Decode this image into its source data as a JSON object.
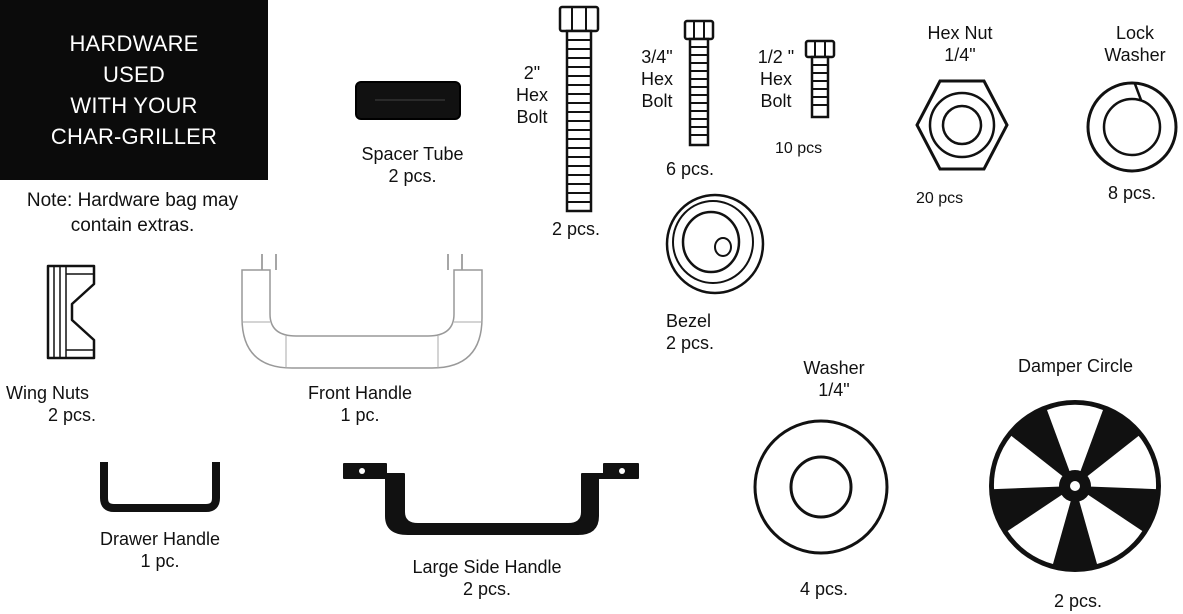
{
  "title_lines": [
    "HARDWARE",
    "USED",
    "WITH YOUR",
    "CHAR-GRILLER"
  ],
  "note": "Note: Hardware bag may contain extras.",
  "parts": {
    "spacer_tube": {
      "name": "Spacer Tube",
      "qty": "2 pcs."
    },
    "hex_bolt_2": {
      "name_lines": [
        "2\"",
        "Hex",
        "Bolt"
      ],
      "qty": "2 pcs."
    },
    "hex_bolt_34": {
      "name_lines": [
        "3/4\"",
        "Hex",
        "Bolt"
      ],
      "qty": "6 pcs."
    },
    "hex_bolt_12": {
      "name_lines": [
        "1/2 \"",
        "Hex",
        "Bolt"
      ],
      "qty": "10 pcs"
    },
    "hex_nut": {
      "name_lines": [
        "Hex Nut",
        "1/4\""
      ],
      "qty": "20 pcs"
    },
    "lock_washer": {
      "name_lines": [
        "Lock",
        "Washer"
      ],
      "qty": "8 pcs."
    },
    "bezel": {
      "name": "Bezel",
      "qty": "2 pcs."
    },
    "wing_nuts": {
      "name": "Wing Nuts",
      "qty": "2 pcs."
    },
    "front_handle": {
      "name": "Front Handle",
      "qty": "1 pc."
    },
    "washer": {
      "name_lines": [
        "Washer",
        "1/4\""
      ],
      "qty": "4 pcs."
    },
    "damper_circle": {
      "name": "Damper Circle",
      "qty": "2 pcs."
    },
    "drawer_handle": {
      "name": "Drawer Handle",
      "qty": "1 pc."
    },
    "large_side_handle": {
      "name": "Large Side Handle",
      "qty": "2 pcs."
    }
  }
}
